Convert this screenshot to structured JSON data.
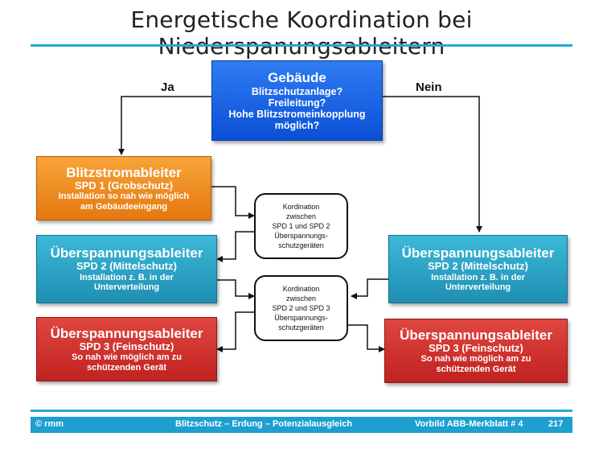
{
  "title": "Energetische Koordination bei Niederspanungsableitern",
  "decision": {
    "title": "Gebäude",
    "lines": [
      "Blitzschutzanlage?",
      "Freileitung?",
      "Hohe Blitzstromeinkopplung",
      "möglich?"
    ],
    "yes_label": "Ja",
    "no_label": "Nein"
  },
  "left": {
    "box1": {
      "title": "Blitzstromableiter",
      "subtitle": "SPD 1 (Grobschutz)",
      "lines": [
        "Installation so nah wie möglich",
        "am Gebäudeeingang"
      ]
    },
    "box2": {
      "title": "Überspannungsableiter",
      "subtitle": "SPD 2 (Mittelschutz)",
      "lines": [
        "Installation z. B. in der",
        "Unterverteilung"
      ]
    },
    "box3": {
      "title": "Überspannungsableiter",
      "subtitle": "SPD 3 (Feinschutz)",
      "lines": [
        "So nah wie möglich am zu",
        "schützenden Gerät"
      ]
    }
  },
  "right": {
    "box2": {
      "title": "Überspannungsableiter",
      "subtitle": "SPD 2 (Mittelschutz)",
      "lines": [
        "Installation z. B. in der",
        "Unterverteilung"
      ]
    },
    "box3": {
      "title": "Überspannungsableiter",
      "subtitle": "SPD 3 (Feinschutz)",
      "lines": [
        "So nah wie möglich am zu",
        "schützenden Gerät"
      ]
    }
  },
  "coord1": {
    "lines": [
      "Kordination",
      "zwischen",
      "SPD 1 und SPD 2",
      "Überspannungs-",
      "schutzgeräten"
    ]
  },
  "coord2": {
    "lines": [
      "Kordination",
      "zwischen",
      "SPD 2 und SPD 3",
      "Überspannungs-",
      "schutzgeräten"
    ]
  },
  "footer": {
    "left": "© rmm",
    "center": "Blitzschutz – Erdung – Potenzialausgleich",
    "right": "Vorbild ABB-Merkblatt # 4",
    "page": "217"
  },
  "colors": {
    "accent": "#21a9d6",
    "decision": "#1560e8",
    "orange": "#f08a1c",
    "teal": "#2aa6c9",
    "red": "#d0302c"
  }
}
